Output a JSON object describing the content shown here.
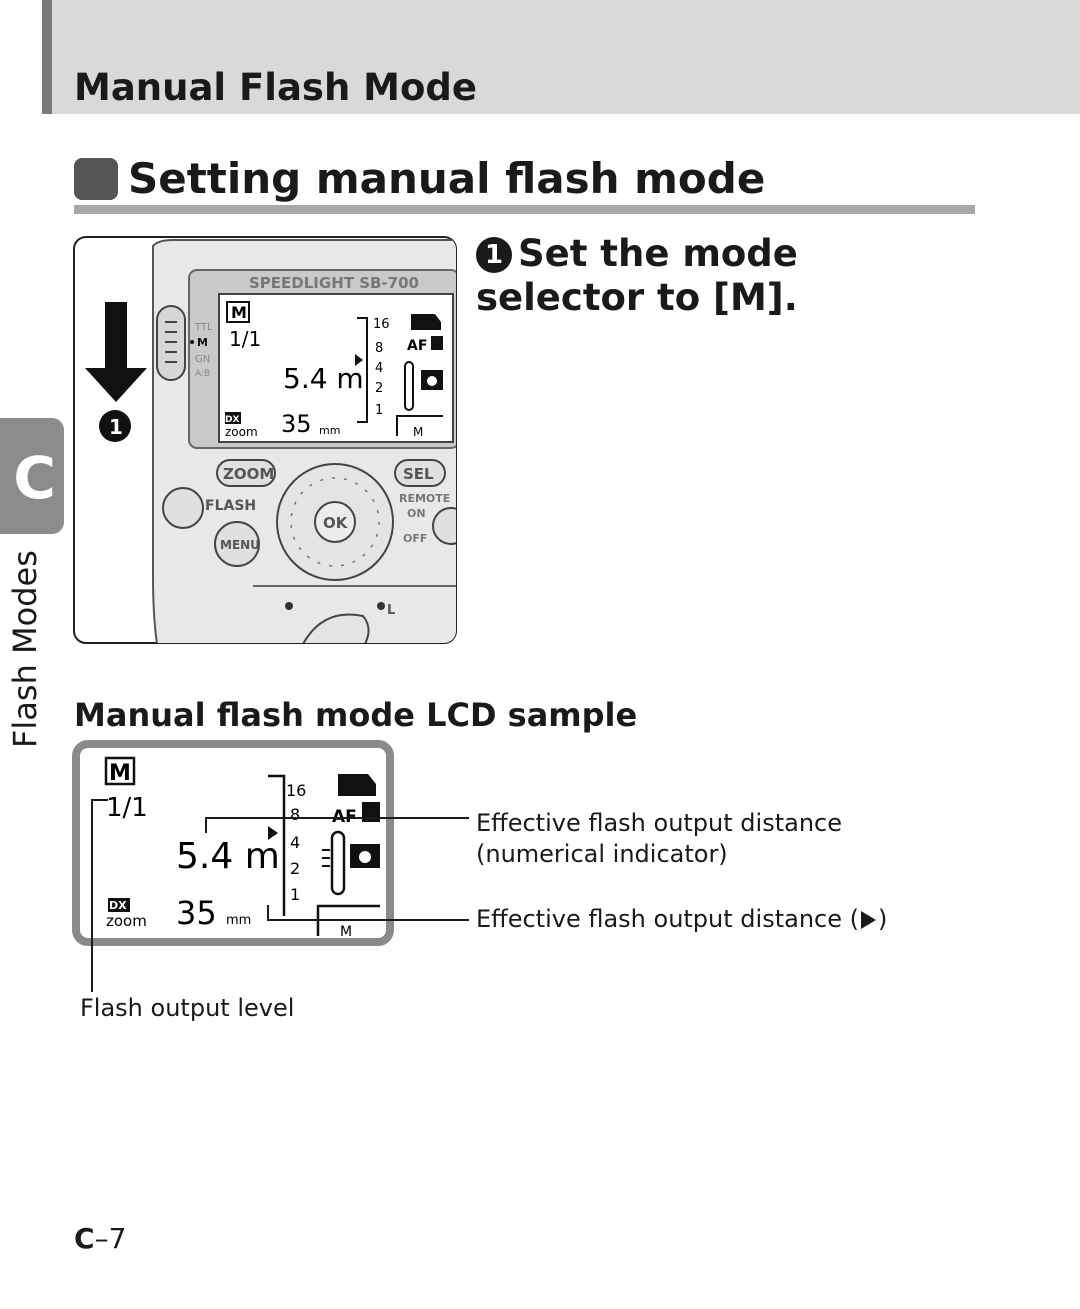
{
  "header": {
    "title": "Manual Flash Mode"
  },
  "section": {
    "title": "Setting manual flash mode"
  },
  "side_tab": {
    "letter": "C",
    "label": "Flash Modes"
  },
  "step": {
    "number": "1",
    "text": "Set the mode selector to [M]."
  },
  "device": {
    "model": "SPEEDLIGHT SB-700",
    "mode_switch": [
      "TTL",
      "M",
      "GN",
      "A:B"
    ],
    "buttons": {
      "zoom": "ZOOM",
      "sel": "SEL",
      "flash": "FLASH",
      "menu": "MENU",
      "ok": "OK"
    },
    "remote": {
      "label": "REMOTE",
      "on": "ON",
      "off": "OFF"
    },
    "lock_label": "L",
    "step_marker": "1"
  },
  "lcd": {
    "mode": "M",
    "output_level": "1/1",
    "distance": "5.4 m",
    "scale": [
      "16",
      "8",
      "4",
      "2",
      "1"
    ],
    "af_label": "AF",
    "dx": "DX",
    "zoom": "zoom",
    "focal": "35",
    "focal_unit": "mm",
    "bottom_mode": "M"
  },
  "sample": {
    "title": "Manual flash mode LCD sample",
    "callout_numerical": "Effective flash output distance\n(numerical indicator)",
    "callout_numerical_line1": "Effective flash output distance",
    "callout_numerical_line2": "(numerical indicator)",
    "callout_bar": "Effective flash output distance (",
    "callout_bar_end": ")",
    "callout_level": "Flash output level"
  },
  "footer": {
    "page_prefix": "C",
    "page_suffix": "–7"
  }
}
